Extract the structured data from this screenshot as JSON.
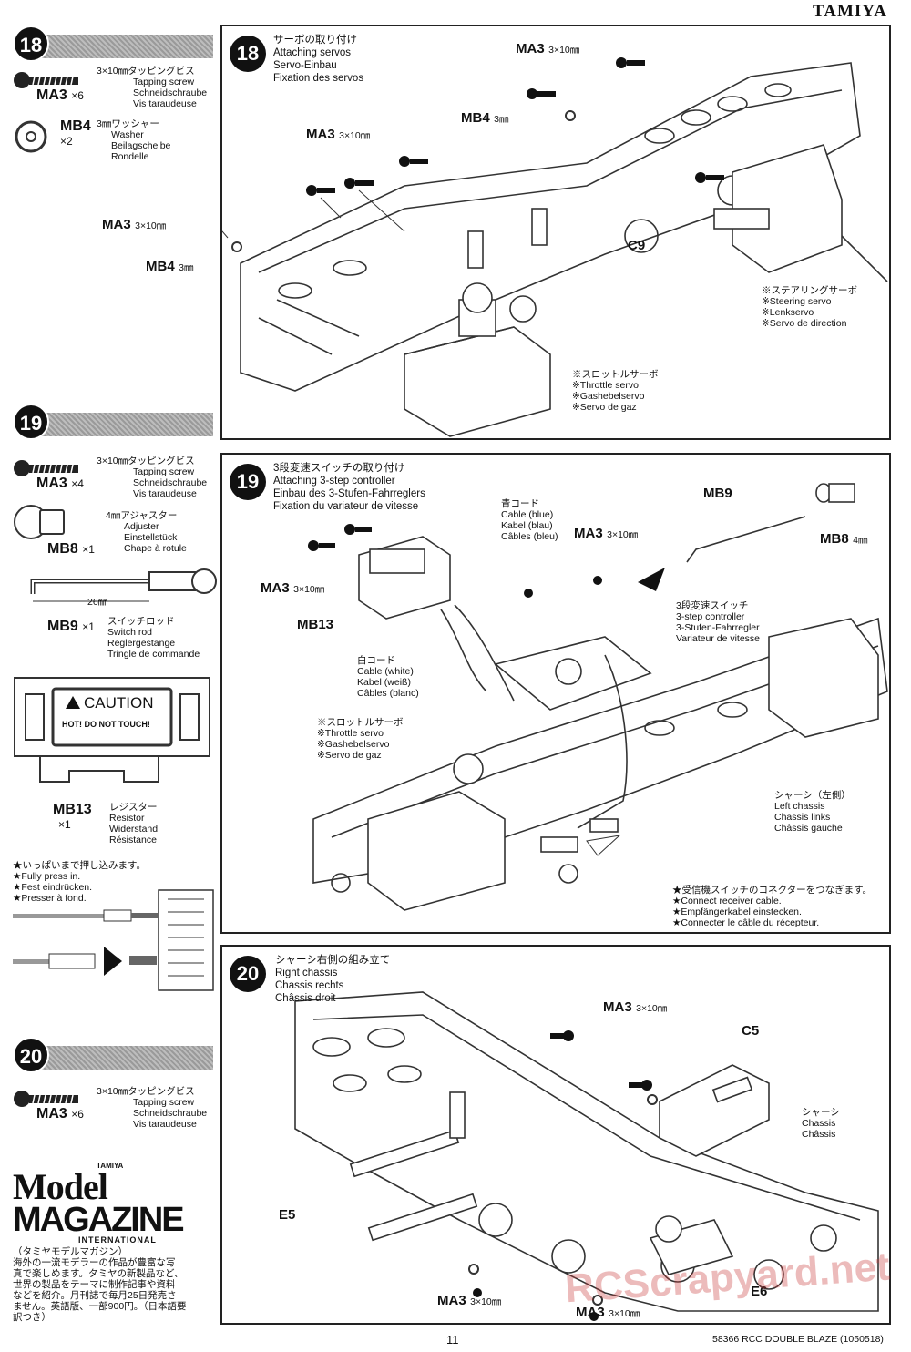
{
  "brand": "TAMIYA",
  "steps": {
    "s18": {
      "number": "18",
      "title": [
        "サーボの取り付け",
        "Attaching servos",
        "Servo-Einbau",
        "Fixation des servos"
      ],
      "labels": {
        "ma3_top": "MA3",
        "ma3_top_size": "3×10㎜",
        "mb4_mid": "MB4",
        "mb4_mid_size": "3㎜",
        "ma3_left": "MA3",
        "ma3_left_size": "3×10㎜",
        "ma3_far": "MA3",
        "ma3_far_size": "3×10㎜",
        "mb4_left": "MB4",
        "mb4_left_size": "3㎜",
        "c9": "C9"
      },
      "steering": [
        "※ステアリングサーボ",
        "※Steering servo",
        "※Lenkservo",
        "※Servo de direction"
      ],
      "throttle": [
        "※スロットルサーボ",
        "※Throttle servo",
        "※Gashebelservo",
        "※Servo de gaz"
      ]
    },
    "s19": {
      "number": "19",
      "title": [
        "3段変速スイッチの取り付け",
        "Attaching 3-step controller",
        "Einbau des 3-Stufen-Fahrreglers",
        "Fixation du variateur de vitesse"
      ],
      "blue": [
        "青コード",
        "Cable (blue)",
        "Kabel (blau)",
        "Câbles (bleu)"
      ],
      "white": [
        "白コード",
        "Cable (white)",
        "Kabel (weiß)",
        "Câbles (blanc)"
      ],
      "throttle": [
        "※スロットルサーボ",
        "※Throttle servo",
        "※Gashebelservo",
        "※Servo de gaz"
      ],
      "switch": [
        "3段変速スイッチ",
        "3-step controller",
        "3-Stufen-Fahrregler",
        "Variateur de vitesse"
      ],
      "chassis": [
        "シャーシ（左側）",
        "Left chassis",
        "Chassis links",
        "Châssis gauche"
      ],
      "receiver": [
        "★受信機スイッチのコネクターをつなぎます。",
        "★Connect receiver cable.",
        "★Empfängerkabel einstecken.",
        "★Connecter le câble du récepteur."
      ],
      "labels": {
        "mb9": "MB9",
        "mb8": "MB8",
        "mb8_size": "4㎜",
        "ma3a": "MA3",
        "ma3a_size": "3×10㎜",
        "ma3b": "MA3",
        "ma3b_size": "3×10㎜",
        "mb13": "MB13"
      }
    },
    "s20": {
      "number": "20",
      "title": [
        "シャーシ右側の組み立て",
        "Right chassis",
        "Chassis rechts",
        "Châssis droit"
      ],
      "chassis": [
        "シャーシ",
        "Chassis",
        "Châssis"
      ],
      "labels": {
        "ma3_top": "MA3",
        "ma3_top_size": "3×10㎜",
        "c5": "C5",
        "e5": "E5",
        "e6": "E6",
        "ma3_bl": "MA3",
        "ma3_bl_size": "3×10㎜",
        "ma3_bb": "MA3",
        "ma3_bb_size": "3×10㎜"
      }
    }
  },
  "sidebar": {
    "s18": {
      "number": "18",
      "p1": {
        "code": "MA3",
        "qty": "×6",
        "text": [
          "3×10㎜タッピングビス",
          "Tapping screw",
          "Schneidschraube",
          "Vis taraudeuse"
        ]
      },
      "p2": {
        "code": "MB4",
        "qty": "×2",
        "text": [
          "3㎜ワッシャー",
          "Washer",
          "Beilagscheibe",
          "Rondelle"
        ]
      }
    },
    "s19": {
      "number": "19",
      "p1": {
        "code": "MA3",
        "qty": "×4",
        "text": [
          "3×10㎜タッピングビス",
          "Tapping screw",
          "Schneidschraube",
          "Vis taraudeuse"
        ]
      },
      "p2": {
        "code": "MB8",
        "qty": "×1",
        "text": [
          "4㎜アジャスター",
          "Adjuster",
          "Einstellstück",
          "Chape à rotule"
        ]
      },
      "p3": {
        "code": "MB9",
        "qty": "×1",
        "dim": "26㎜",
        "text": [
          "スイッチロッド",
          "Switch rod",
          "Reglergestänge",
          "Tringle de commande"
        ]
      },
      "p4": {
        "code": "MB13",
        "qty": "×1",
        "text": [
          "レジスター",
          "Resistor",
          "Widerstand",
          "Résistance"
        ]
      },
      "caution": "CAUTION",
      "caution_sub": "HOT! DO NOT TOUCH!",
      "press": [
        "★いっぱいまで押し込みます。",
        "★Fully press in.",
        "★Fest eindrücken.",
        "★Presser à fond."
      ]
    },
    "s20": {
      "number": "20",
      "p1": {
        "code": "MA3",
        "qty": "×6",
        "text": [
          "3×10㎜タッピングビス",
          "Tapping screw",
          "Schneidschraube",
          "Vis taraudeuse"
        ]
      }
    }
  },
  "magazine": {
    "small": "TAMIYA",
    "model": "Model",
    "magazine": "MAGAZINE",
    "intl": "INTERNATIONAL",
    "text": [
      "（タミヤモデルマガジン）",
      "海外の一流モデラーの作品が豊富な写",
      "真で楽しめます。タミヤの新製品など、",
      "世界の製品をテーマに制作記事や資料",
      "などを紹介。月刊誌で毎月25日発売さ",
      "ません。英語版、一部900円。（日本語要",
      "訳つき）"
    ]
  },
  "footer": {
    "page": "11",
    "code": "58366 RCC DOUBLE BLAZE (1050518)"
  },
  "watermark": "RCScrapyard.net"
}
